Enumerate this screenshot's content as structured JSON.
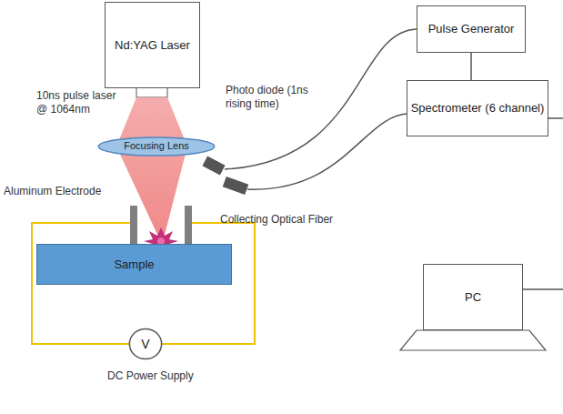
{
  "diagram": {
    "nodes": [
      {
        "text": [
          "Nd:YAG Laser"
        ]
      },
      {
        "text": [
          "Pulse Generator"
        ]
      },
      {
        "text": [
          "Focusing Lens"
        ]
      },
      {
        "text": [
          "Spectrometer (6 channel)"
        ]
      },
      {
        "text": [
          "Sample"
        ]
      },
      {
        "text": [
          "V"
        ]
      },
      {
        "text": [
          "PC"
        ]
      }
    ],
    "edges": [
      {
        "from": 1,
        "to": 3,
        "arrow": "none"
      }
    ],
    "labels": [
      "10ns pulse laser @ 1064nm",
      "Photo diode (1ns rising time)",
      "Collecting Optical Fiber",
      "Aluminum Electrode",
      "DC Power Supply"
    ]
  }
}
